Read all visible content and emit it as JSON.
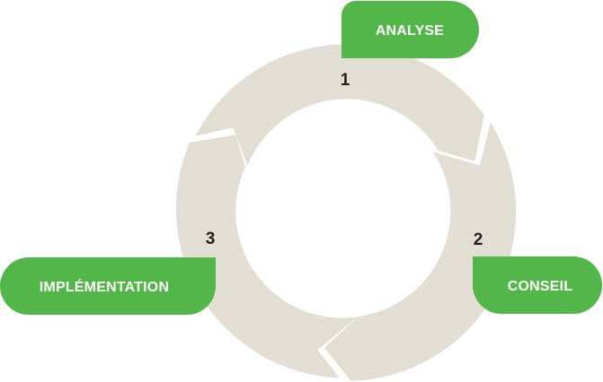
{
  "colors": {
    "ring": "#e3ded3",
    "gap": "#ffffff",
    "pill": "#52b748",
    "pill_text": "#ffffff",
    "number": "#231f20"
  },
  "diagram": {
    "steps": [
      {
        "number": "1",
        "label": "ANALYSE"
      },
      {
        "number": "2",
        "label": "CONSEIL"
      },
      {
        "number": "3",
        "label": "IMPLÉMENTATION"
      }
    ]
  }
}
